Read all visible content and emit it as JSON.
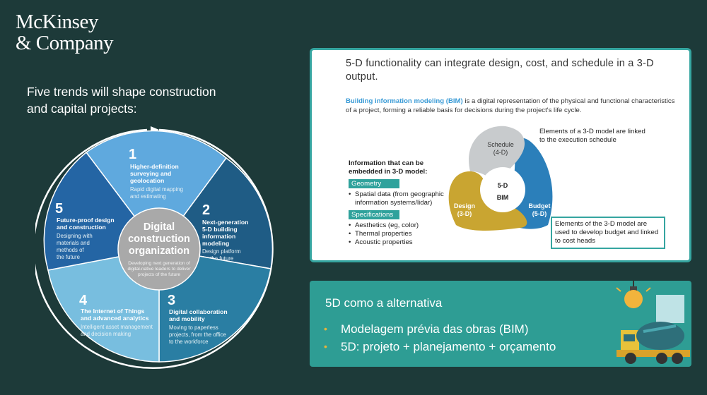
{
  "logo": {
    "line1": "McKinsey",
    "line2": "& Company"
  },
  "subtitle": "Five trends will shape construction and capital projects:",
  "wheel": {
    "center": {
      "title_lines": [
        "Digital",
        "construction",
        "organization"
      ],
      "desc_lines": [
        "Developing next generation of",
        "digital-native leaders to deliver",
        "projects of the future"
      ]
    },
    "segments": [
      {
        "num": "1",
        "title_lines": [
          "Higher-definition",
          "surveying and",
          "geolocation"
        ],
        "desc_lines": [
          "Rapid digital mapping",
          "and estimating"
        ]
      },
      {
        "num": "2",
        "title_lines": [
          "Next-generation",
          "5-D building",
          "information",
          "modeling"
        ],
        "desc_lines": [
          "Design platform",
          "for the future"
        ]
      },
      {
        "num": "3",
        "title_lines": [
          "Digital collaboration",
          "and mobility"
        ],
        "desc_lines": [
          "Moving to paperless",
          "projects, from the office",
          "to the workforce"
        ]
      },
      {
        "num": "4",
        "title_lines": [
          "The Internet of Things",
          "and advanced analytics"
        ],
        "desc_lines": [
          "Intelligent asset management",
          "and decision making"
        ]
      },
      {
        "num": "5",
        "title_lines": [
          "Future-proof design",
          "and construction"
        ],
        "desc_lines": [
          "Designing with",
          "materials and",
          "methods of",
          "the future"
        ]
      }
    ]
  },
  "bim_card": {
    "heading": "5-D functionality can integrate design, cost, and schedule in a 3-D output.",
    "definition_bold": "Building information modeling (BIM)",
    "definition_rest": " is a digital representation of the physical and functional characteristics of a project, forming a reliable basis for decisions during the project's life cycle.",
    "info_title": "Information that can be embedded in 3-D model:",
    "geometry_tag": "Geometry",
    "geometry_items": [
      "Spatial data (from geographic information systems/lidar)"
    ],
    "spec_tag": "Specifications",
    "spec_items": [
      "Aesthetics (eg, color)",
      "Thermal properties",
      "Acoustic properties"
    ],
    "venn": {
      "center_line1": "5-D",
      "center_line2": "BIM",
      "schedule": "Schedule",
      "schedule_sub": "(4-D)",
      "design": "Design",
      "design_sub": "(3-D)",
      "budget": "Budget",
      "budget_sub": "(5-D)"
    },
    "note_top": "Elements of a 3-D model are linked to the execution schedule",
    "note_bottom": "Elements of the 3-D model are used to develop budget and linked to cost heads"
  },
  "alt_card": {
    "title": "5D  como a alternativa",
    "items": [
      "Modelagem prévia das obras (BIM)",
      "5D: projeto + planejamento + orçamento"
    ]
  },
  "colors": {
    "background": "#1d3a39",
    "teal": "#2e9d94",
    "seg1": "#5fa9de",
    "seg2": "#1f5c85",
    "seg3": "#2a7ea3",
    "seg4": "#78bedf",
    "seg5": "#2465a4",
    "schedule": "#c8cbcd",
    "design": "#c9a531",
    "budget": "#2b7fba"
  },
  "icons": {
    "bullet": "bullet-dot-icon",
    "lightbulb": "lightbulb-icon",
    "truck": "concrete-truck-icon"
  }
}
